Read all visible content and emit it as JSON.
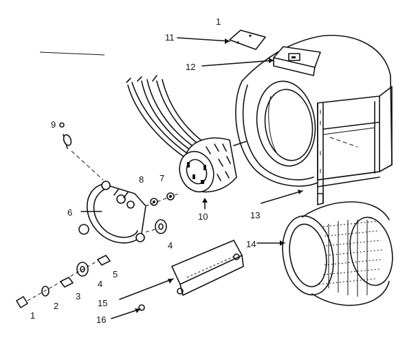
{
  "diagram": {
    "callouts": [
      {
        "id": "1",
        "label": "1"
      },
      {
        "id": "2",
        "label": "2"
      },
      {
        "id": "3",
        "label": "3"
      },
      {
        "id": "4a",
        "label": "4"
      },
      {
        "id": "4b",
        "label": "4"
      },
      {
        "id": "5",
        "label": "5"
      },
      {
        "id": "6",
        "label": "6"
      },
      {
        "id": "7",
        "label": "7"
      },
      {
        "id": "8",
        "label": "8"
      },
      {
        "id": "9",
        "label": "9"
      },
      {
        "id": "10",
        "label": "10"
      },
      {
        "id": "11",
        "label": "11"
      },
      {
        "id": "12",
        "label": "12"
      },
      {
        "id": "13",
        "label": "13"
      },
      {
        "id": "14",
        "label": "14"
      },
      {
        "id": "15",
        "label": "15"
      },
      {
        "id": "16",
        "label": "16"
      },
      {
        "id": "top",
        "label": "1"
      }
    ]
  }
}
